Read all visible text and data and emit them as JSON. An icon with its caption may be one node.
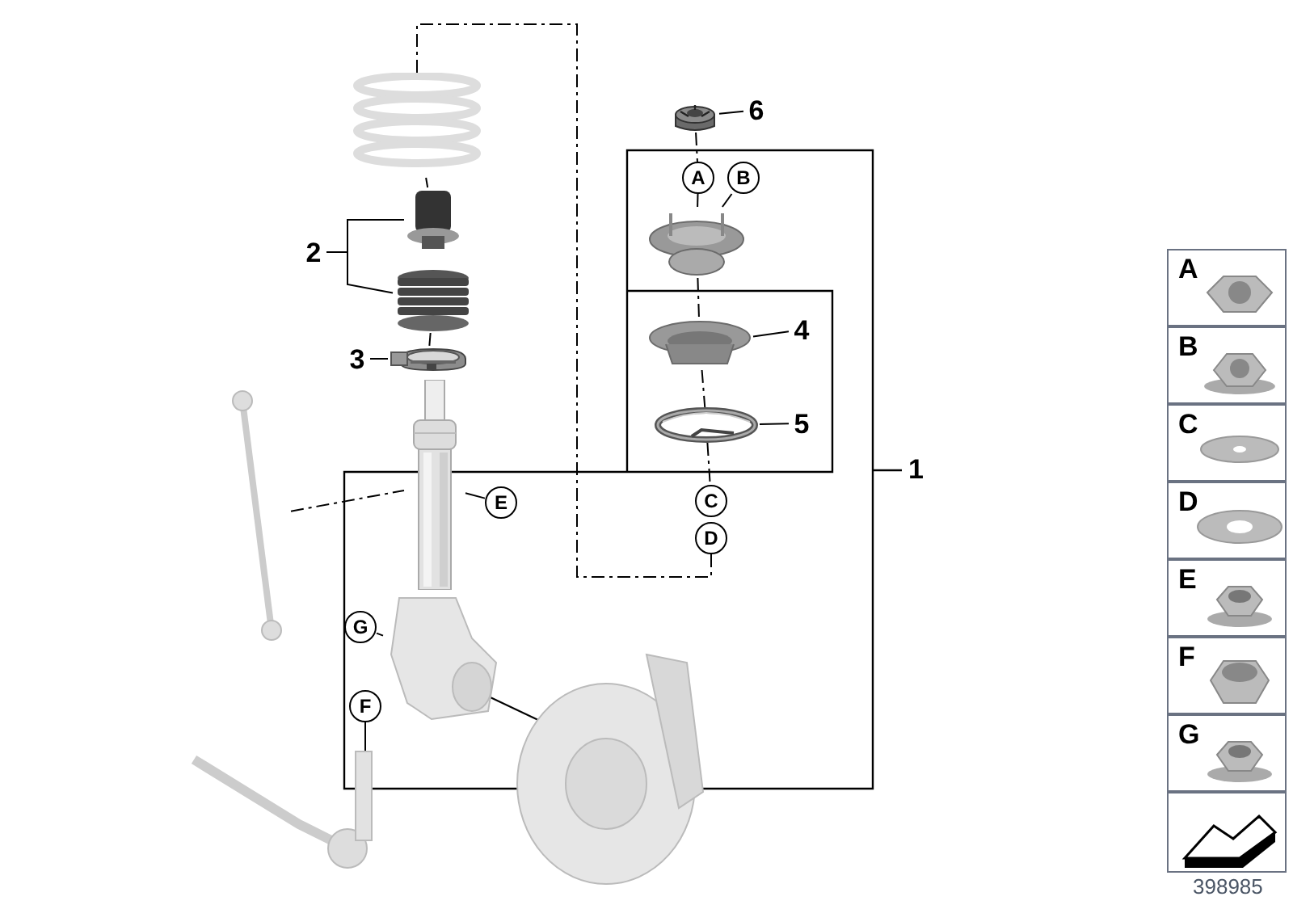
{
  "diagram": {
    "nodes": [
      {
        "text": [
          "6"
        ]
      },
      {
        "text": [],
        "shape": "picture"
      },
      {
        "text": [
          "A"
        ]
      },
      {
        "text": [
          "B"
        ]
      },
      {
        "text": [],
        "shape": "picture"
      },
      {
        "text": [
          "4"
        ]
      },
      {
        "text": [],
        "shape": "picture"
      },
      {
        "text": [
          "5"
        ]
      },
      {
        "text": [],
        "shape": "picture"
      },
      {
        "text": [
          "C"
        ]
      },
      {
        "text": [
          "D"
        ]
      },
      {
        "text": [
          "2"
        ]
      },
      {
        "text": [],
        "shape": "picture"
      },
      {
        "text": [],
        "shape": "picture"
      },
      {
        "text": [
          "3"
        ]
      },
      {
        "text": [],
        "shape": "picture"
      },
      {
        "text": [
          "E"
        ]
      },
      {
        "text": [],
        "shape": "picture"
      },
      {
        "text": [
          "G"
        ]
      },
      {
        "text": [],
        "shape": "picture"
      },
      {
        "text": [
          "F"
        ]
      },
      {
        "text": [],
        "shape": "picture"
      },
      {
        "text": [],
        "shape": "picture"
      },
      {
        "text": [],
        "shape": "picture"
      },
      {
        "text": [],
        "shape": "picture"
      },
      {
        "text": [
          "A"
        ]
      },
      {
        "text": [
          "B"
        ]
      },
      {
        "text": [
          "C"
        ]
      },
      {
        "text": [
          "D"
        ]
      },
      {
        "text": [
          "E"
        ]
      },
      {
        "text": [
          "F"
        ]
      },
      {
        "text": [
          "G"
        ]
      },
      {
        "text": [],
        "shape": "picture"
      }
    ],
    "edges": [
      {
        "from": 0,
        "to": 1,
        "arrow": "none"
      },
      {
        "from": 1,
        "to": 2,
        "arrow": "none",
        "style": "dashed"
      },
      {
        "from": 2,
        "to": 4,
        "arrow": "none"
      },
      {
        "from": 3,
        "to": 4,
        "arrow": "none"
      },
      {
        "from": 4,
        "to": 6,
        "arrow": "none",
        "style": "dashed"
      },
      {
        "from": 5,
        "to": 6,
        "arrow": "none"
      },
      {
        "from": 6,
        "to": 8,
        "arrow": "none",
        "style": "dashed"
      },
      {
        "from": 7,
        "to": 8,
        "arrow": "none"
      },
      {
        "from": 8,
        "to": 9,
        "arrow": "none",
        "style": "dashed"
      },
      {
        "from": 10,
        "to": 21,
        "arrow": "none",
        "style": "dashed"
      },
      {
        "from": 11,
        "to": 12,
        "arrow": "none"
      },
      {
        "from": 11,
        "to": 13,
        "arrow": "none"
      },
      {
        "from": 14,
        "to": 15,
        "arrow": "none"
      },
      {
        "from": 21,
        "to": 12,
        "arrow": "none",
        "style": "dashed"
      },
      {
        "from": 13,
        "to": 15,
        "arrow": "none",
        "style": "dashed"
      },
      {
        "from": 22,
        "to": 17,
        "arrow": "none",
        "style": "dashed"
      },
      {
        "from": 16,
        "to": 17,
        "arrow": "none"
      },
      {
        "from": 18,
        "to": 19,
        "arrow": "none"
      },
      {
        "from": 20,
        "to": 24,
        "arrow": "none"
      },
      {
        "from": 19,
        "to": 23,
        "arrow": "none"
      }
    ],
    "labels": [
      "1",
      "398985"
    ]
  }
}
